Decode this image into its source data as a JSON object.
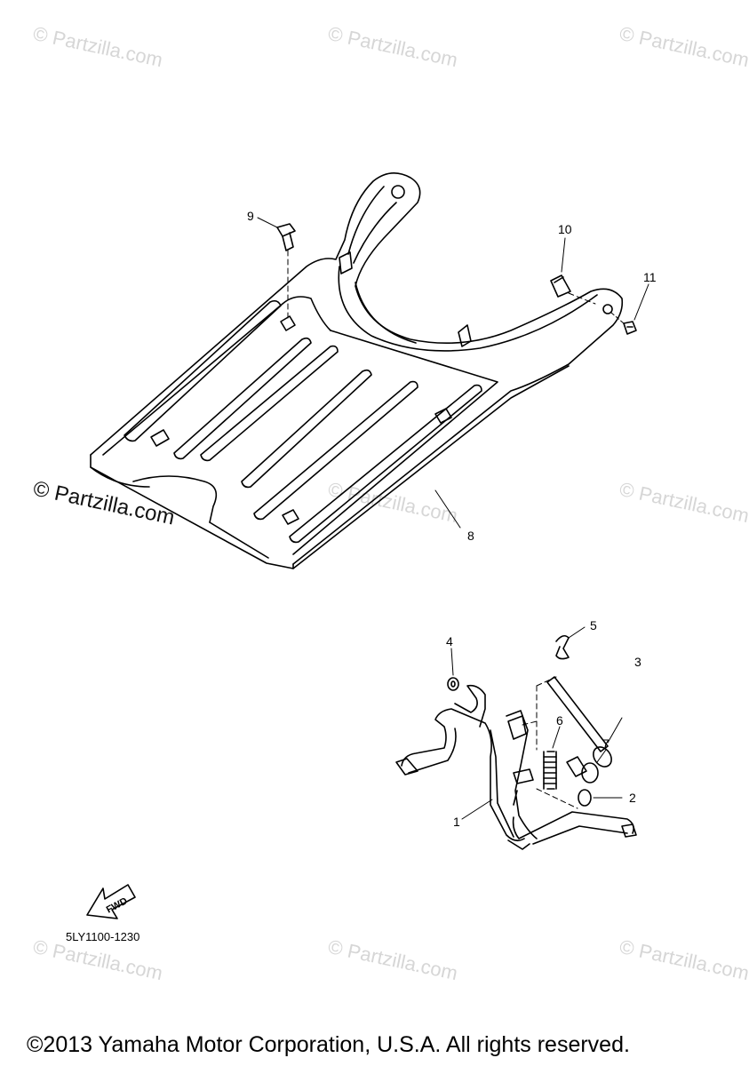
{
  "watermarks": {
    "light": "© Partzilla.com",
    "strong": "© Partzilla.com"
  },
  "callouts": {
    "c1": "1",
    "c2": "2",
    "c3": "3",
    "c4": "4",
    "c5": "5",
    "c6": "6",
    "c7": "7",
    "c8": "8",
    "c9": "9",
    "c10": "10",
    "c11": "11"
  },
  "fwd_label": "FWD",
  "diagram_code": "5LY1100-1230",
  "copyright": "©2013 Yamaha Motor Corporation, U.S.A. All rights reserved.",
  "colors": {
    "line": "#000000",
    "watermark": "#d6d6d6"
  }
}
